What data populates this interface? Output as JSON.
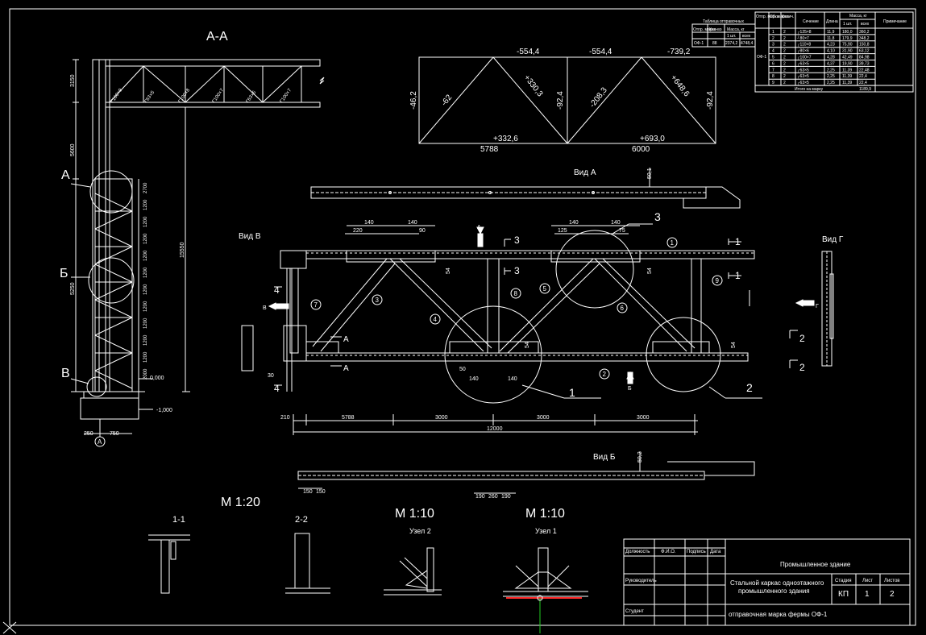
{
  "section_aa": {
    "title": "А-А"
  },
  "column": {
    "labels": {
      "a": "А",
      "b": "Б",
      "v": "В"
    },
    "dims_left": [
      "3150",
      "5600",
      "5250"
    ],
    "dim_right": "15550",
    "zero_mark": "0,000",
    "minus_mark": "-1,000",
    "bottom_dims": [
      "250",
      "750"
    ],
    "axis_label": "А",
    "panel_dims": [
      "2700",
      "1200",
      "1200",
      "1200",
      "1200",
      "1200",
      "1200",
      "1200",
      "1200",
      "1200",
      "1200",
      "2000"
    ],
    "truss_member_labels": [
      "Г160×9",
      "Г63×5",
      "Г100×8",
      "Г100×7",
      "Г63×5",
      "Г100×7"
    ]
  },
  "force_diagram": {
    "top_values": [
      "-554,4",
      "-554,4",
      "-739,2"
    ],
    "diag_values": [
      "-62",
      "+330,3",
      "-208,3",
      "+648,6"
    ],
    "vert_values": [
      "-46,2",
      "-92,4",
      "-92,4"
    ],
    "bottom_values": [
      "+332,6",
      "+693,0"
    ],
    "spans": [
      "5788",
      "6000"
    ]
  },
  "vid_a": {
    "label": "Вид А",
    "dim": "50,1"
  },
  "vid_b": {
    "label": "Вид Б",
    "dim": "50,2",
    "dims": [
      "150",
      "150",
      "190",
      "260",
      "190"
    ]
  },
  "vid_v": {
    "label": "Вид В"
  },
  "vid_g": {
    "label": "Вид Г"
  },
  "truss": {
    "top_dims": [
      "140",
      "140",
      "220",
      "90",
      "140",
      "140",
      "125",
      "75"
    ],
    "section_marks": [
      "3",
      "3",
      "1",
      "1",
      "2",
      "2",
      "4",
      "4",
      "А",
      "А"
    ],
    "node_numbers": [
      "1",
      "2",
      "3",
      "4",
      "5",
      "6",
      "7",
      "8",
      "9"
    ],
    "callouts": [
      "3",
      "1",
      "2"
    ],
    "arrow_labels": {
      "a": "А",
      "b": "Б",
      "v": "В",
      "g": "Г"
    },
    "gap_dims": [
      "54",
      "54",
      "54",
      "54"
    ],
    "node_dims": [
      "50",
      "140",
      "140"
    ],
    "bottom_dims": [
      "210",
      "5788",
      "3000",
      "3000",
      "3000"
    ],
    "total": "12000",
    "left_dim": "30"
  },
  "sections": {
    "scale_main": "М 1:20",
    "scale_node2": "М 1:10",
    "scale_node1": "М 1:10",
    "s11": "1-1",
    "s22": "2-2",
    "node2": "Узел 2",
    "node1": "Узел 1"
  },
  "specification": {
    "headers": [
      "Отпр. марка",
      "Об. марка",
      "Колич.",
      "Сечение",
      "Длина",
      "Масса, кг",
      "Примечание"
    ],
    "sub_headers": [
      "1 шт.",
      "всех"
    ],
    "mark": "ОФ-1",
    "rows": [
      [
        "1",
        "2",
        "┌125×8",
        "11,9",
        "180,0",
        "360,2"
      ],
      [
        "2",
        "2",
        "┘80×7",
        "11,8",
        "179,9",
        "348,2"
      ],
      [
        "3",
        "2",
        "┌110×8",
        "4,23",
        "75,90",
        "150,8"
      ],
      [
        "4",
        "2",
        "┌80×6",
        "4,10",
        "31,90",
        "63,12"
      ],
      [
        "5",
        "2",
        "┌100×7",
        "4,28",
        "42,49",
        "84,98"
      ],
      [
        "6",
        "2",
        "┌63×5",
        "4,37",
        "19,90",
        "39,73"
      ],
      [
        "7",
        "2",
        "┌63×5",
        "2,25",
        "11,39",
        "22,48"
      ],
      [
        "8",
        "2",
        "┌63×5",
        "2,25",
        "11,39",
        "22,4"
      ],
      [
        "9",
        "2",
        "┌63×5",
        "2,25",
        "11,39",
        "22,4"
      ]
    ],
    "total_label": "Итого на марку",
    "total_value": "1189,9"
  },
  "small_table": {
    "title": "Таблица отправочных",
    "headers": [
      "Отпр. марка",
      "Кол-во",
      "Масса, кг"
    ],
    "sub": [
      "1 шт.",
      "всех"
    ],
    "row": [
      "ОФ-1",
      "88",
      "2374,2",
      "4748,4"
    ]
  },
  "title_block": {
    "col_headers": [
      "Должность",
      "Ф.И.О.",
      "Подпись",
      "Дата"
    ],
    "roles": [
      "Руководитель",
      "Студент"
    ],
    "project": "Промышленное здание",
    "description": "Стальной каркас одноэтажного промышленного здания",
    "sheet_name": "отправочная марка фермы ОФ-1",
    "stage_label": "Стадия",
    "sheet_label": "Лист",
    "sheets_label": "Листов",
    "stage": "КП",
    "sheet": "1",
    "sheets": "2"
  }
}
